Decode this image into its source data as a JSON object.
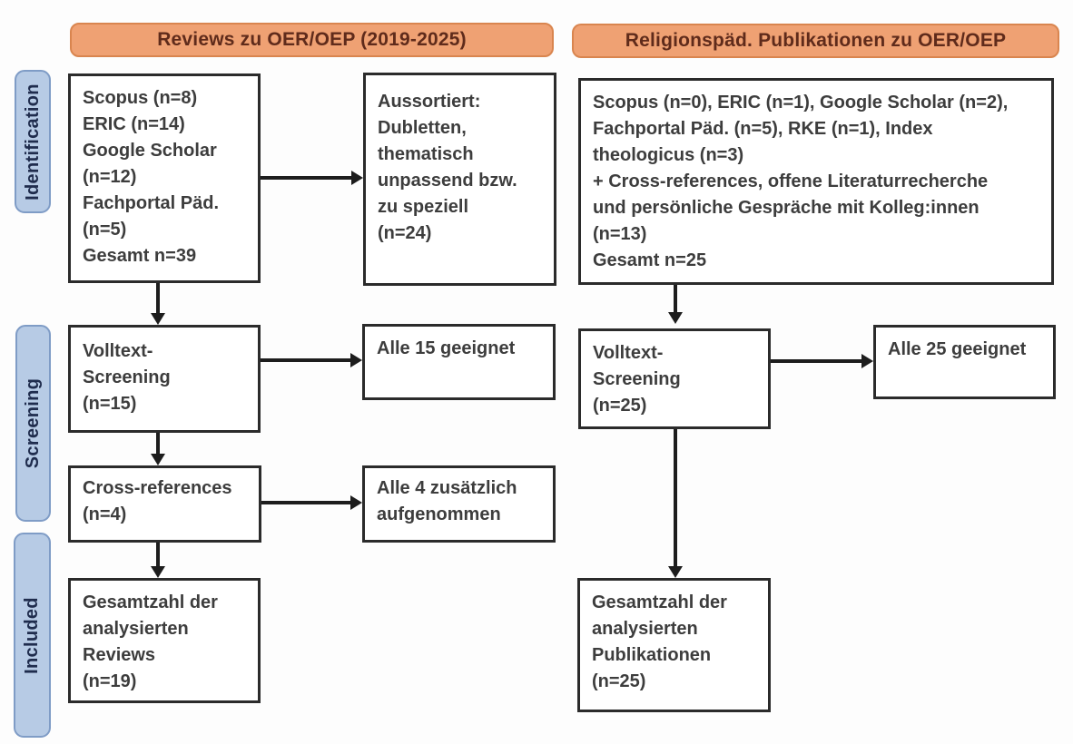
{
  "colors": {
    "header_fill": "#efa173",
    "header_border": "#d9854f",
    "header_text": "#5f2b1b",
    "stage_tab_fill": "#b7cbe5",
    "stage_tab_border": "#7f9cc6",
    "stage_tab_text": "#1f2c4d",
    "box_border": "#2b2b2b",
    "box_text": "#3d3d3d",
    "arrow": "#1d1d1d"
  },
  "headers": {
    "left": "Reviews zu OER/OEP (2019-2025)",
    "right": "Religionspäd. Publikationen zu OER/OEP"
  },
  "stages": {
    "identification": "Identification",
    "screening": "Screening",
    "included": "Included"
  },
  "left": {
    "sources": {
      "lines": [
        "Scopus (n=8)",
        "ERIC (n=14)",
        "Google Scholar",
        "(n=12)",
        "Fachportal Päd.",
        "(n=5)",
        "Gesamt n=39"
      ]
    },
    "excluded": {
      "lines": [
        "Aussortiert:",
        "Dubletten,",
        "thematisch",
        "unpassend bzw.",
        "zu speziell",
        "(n=24)"
      ]
    },
    "fulltext": {
      "lines": [
        "Volltext-",
        "Screening",
        "(n=15)"
      ]
    },
    "eligible": {
      "lines": [
        "Alle 15 geeignet"
      ]
    },
    "crossref": {
      "lines": [
        "Cross-references",
        "(n=4)"
      ]
    },
    "added": {
      "lines": [
        "Alle 4 zusätzlich",
        "aufgenommen"
      ]
    },
    "total": {
      "lines": [
        "Gesamtzahl der",
        "analysierten",
        "Reviews",
        "(n=19)"
      ]
    }
  },
  "right": {
    "sources": {
      "lines": [
        "Scopus (n=0), ERIC (n=1), Google Scholar (n=2),",
        "Fachportal Päd. (n=5), RKE (n=1), Index",
        "theologicus (n=3)",
        "+ Cross-references, offene Literaturrecherche",
        "und persönliche Gespräche mit Kolleg:innen",
        "(n=13)",
        "Gesamt n=25"
      ]
    },
    "fulltext": {
      "lines": [
        "Volltext-",
        "Screening",
        "(n=25)"
      ]
    },
    "eligible": {
      "lines": [
        "Alle 25 geeignet"
      ]
    },
    "total": {
      "lines": [
        "Gesamtzahl der",
        "analysierten",
        "Publikationen",
        "(n=25)"
      ]
    }
  }
}
